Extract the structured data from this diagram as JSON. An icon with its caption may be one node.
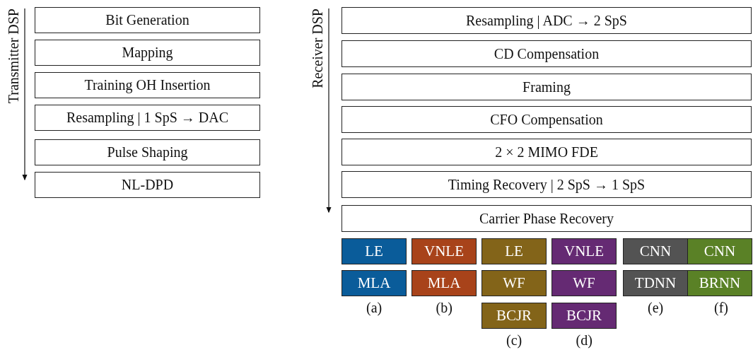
{
  "diagram": {
    "nodes": [
      {
        "text": [
          "Bit Generation"
        ]
      },
      {
        "text": [
          "Mapping"
        ]
      },
      {
        "text": [
          "Training OH Insertion"
        ]
      },
      {
        "text": [
          "Resampling | 1 SpS → DAC"
        ]
      },
      {
        "text": [
          "Pulse Shaping"
        ]
      },
      {
        "text": [
          "NL-DPD"
        ]
      },
      {
        "text": [
          "Resampling | ADC → 2 SpS"
        ]
      },
      {
        "text": [
          "CD Compensation"
        ]
      },
      {
        "text": [
          "Framing"
        ]
      },
      {
        "text": [
          "CFO Compensation"
        ]
      },
      {
        "text": [
          "2 × 2 MIMO FDE"
        ]
      },
      {
        "text": [
          "Timing Recovery | 2 SpS → 1 SpS"
        ]
      },
      {
        "text": [
          "Carrier Phase Recovery"
        ]
      },
      {
        "text": [
          "LE"
        ]
      },
      {
        "text": [
          "MLA"
        ]
      },
      {
        "text": [
          "VNLE"
        ]
      },
      {
        "text": [
          "MLA"
        ]
      },
      {
        "text": [
          "LE"
        ]
      },
      {
        "text": [
          "WF"
        ]
      },
      {
        "text": [
          "BCJR"
        ]
      },
      {
        "text": [
          "VNLE"
        ]
      },
      {
        "text": [
          "WF"
        ]
      },
      {
        "text": [
          "BCJR"
        ]
      },
      {
        "text": [
          "CNN"
        ]
      },
      {
        "text": [
          "TDNN"
        ]
      },
      {
        "text": [
          "CNN"
        ]
      },
      {
        "text": [
          "BRNN"
        ]
      }
    ],
    "labels": [
      "Transmitter DSP",
      "Receiver DSP",
      "(a)",
      "(b)",
      "(c)",
      "(d)",
      "(e)",
      "(f)"
    ]
  }
}
